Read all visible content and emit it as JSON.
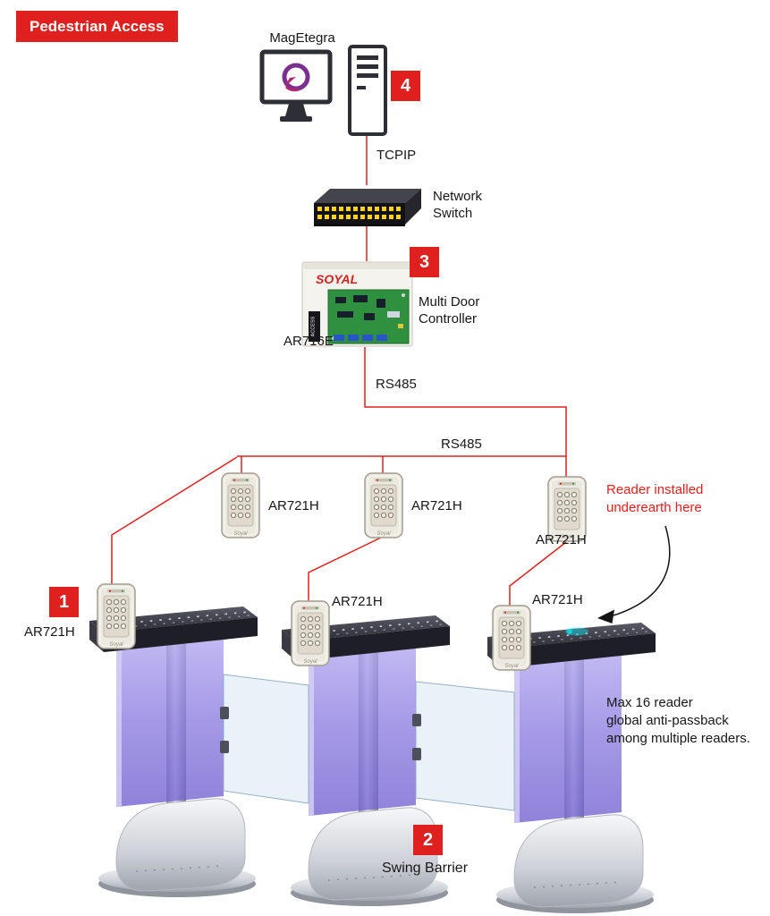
{
  "colors": {
    "accent_red": "#e0201f",
    "note_red": "#e8201f",
    "indicator_green": "#2ecc40",
    "indicator_red": "#e02020"
  },
  "banner": {
    "label": "Pedestrian Access"
  },
  "server": {
    "label": "MagEtegra",
    "badge": "4"
  },
  "network": {
    "tcpip": "TCPIP",
    "switch_line1": "Network",
    "switch_line2": "Switch"
  },
  "controller": {
    "badge": "3",
    "brand": "SOYAL",
    "side_label": "ACCESS",
    "name_line1": "Multi Door",
    "name_line2": "Controller",
    "model": "AR716E"
  },
  "bus": {
    "rs485_upper": "RS485",
    "rs485_lower": "RS485"
  },
  "reader": {
    "model": "AR721H",
    "brand": "Soyal",
    "badge": "1"
  },
  "note": {
    "line1": "Reader installed",
    "line2": "underearth here"
  },
  "barrier": {
    "badge": "2",
    "label": "Swing Barrier"
  },
  "info": {
    "line1": "Max 16 reader",
    "line2": "global anti-passback",
    "line3": "among multiple readers."
  }
}
